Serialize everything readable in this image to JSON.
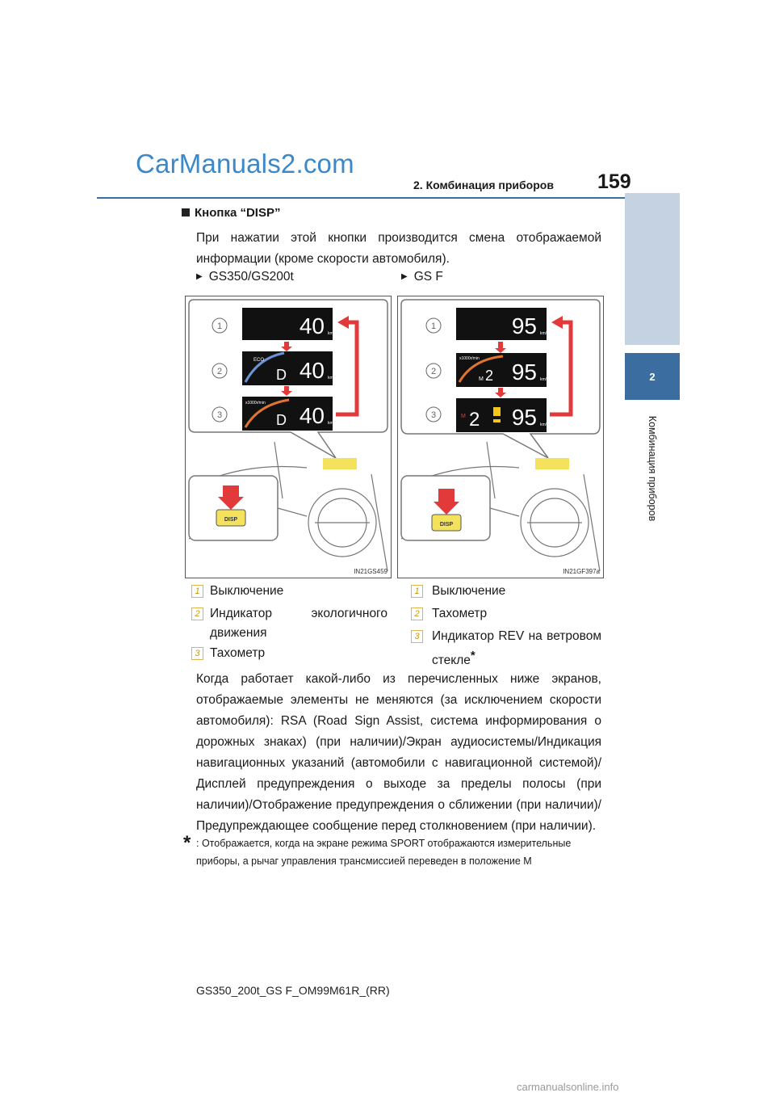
{
  "watermark_logo": "CarManuals2.com",
  "header": {
    "section": "2. Комбинация приборов",
    "page_number": "159"
  },
  "side_tab": {
    "number": "2",
    "label": "Комбинация приборов"
  },
  "heading": "Кнопка “DISP”",
  "intro": "При нажатии этой кнопки производится смена отображаемой информации (кроме скорости автомобиля).",
  "models": {
    "left": {
      "name": "GS350/GS200t",
      "speed": "40",
      "unit": "km/h",
      "eco": "ECO",
      "gear": "D",
      "tacho_scale": "x1000r/min",
      "button": "DISP",
      "code": "IN21GS459",
      "legend": [
        {
          "num": "1",
          "text": "Выключение"
        },
        {
          "num": "2",
          "text": "Индикатор экологичного движения"
        },
        {
          "num": "3",
          "text": "Тахометр"
        }
      ]
    },
    "right": {
      "name": "GS F",
      "speed": "95",
      "unit": "km/h",
      "gear": "M",
      "gear_num": "2",
      "tacho_scale": "x1000r/min",
      "button": "DISP",
      "code": "IN21GF397a",
      "legend": [
        {
          "num": "1",
          "text": "Выключение"
        },
        {
          "num": "2",
          "text": "Тахометр"
        },
        {
          "num": "3",
          "text": "Индикатор REV на ветровом стекле",
          "star": "*"
        }
      ]
    }
  },
  "body": "Когда работает какой-либо из перечисленных ниже экранов, отображаемые элементы не меняются (за исключением скорости автомобиля): RSA (Road Sign Assist, система информирования о дорожных знаках) (при наличии)/Экран аудиосистемы/Индикация навигационных указаний (автомобили с навигационной системой)/Дисплей предупреждения о выходе за пределы полосы (при наличии)/Отображение предупреждения о сближении (при наличии)/Предупреждающее сообщение перед столкновением (при наличии).",
  "footnote": {
    "mark": "*",
    "text": ": Отображается, когда на экране режима SPORT отображаются измерительные приборы, а рычаг управления трансмиссией переведен в положение M"
  },
  "footer": "GS350_200t_GS F_OM99M61R_(RR)",
  "bottom_watermark": "carmanualsonline.info",
  "colors": {
    "accent": "#3b6da1",
    "arrow": "#e23a3a",
    "tab_light": "#c4d2e2",
    "yellow": "#f5e25c",
    "callout": "#c69a14"
  }
}
